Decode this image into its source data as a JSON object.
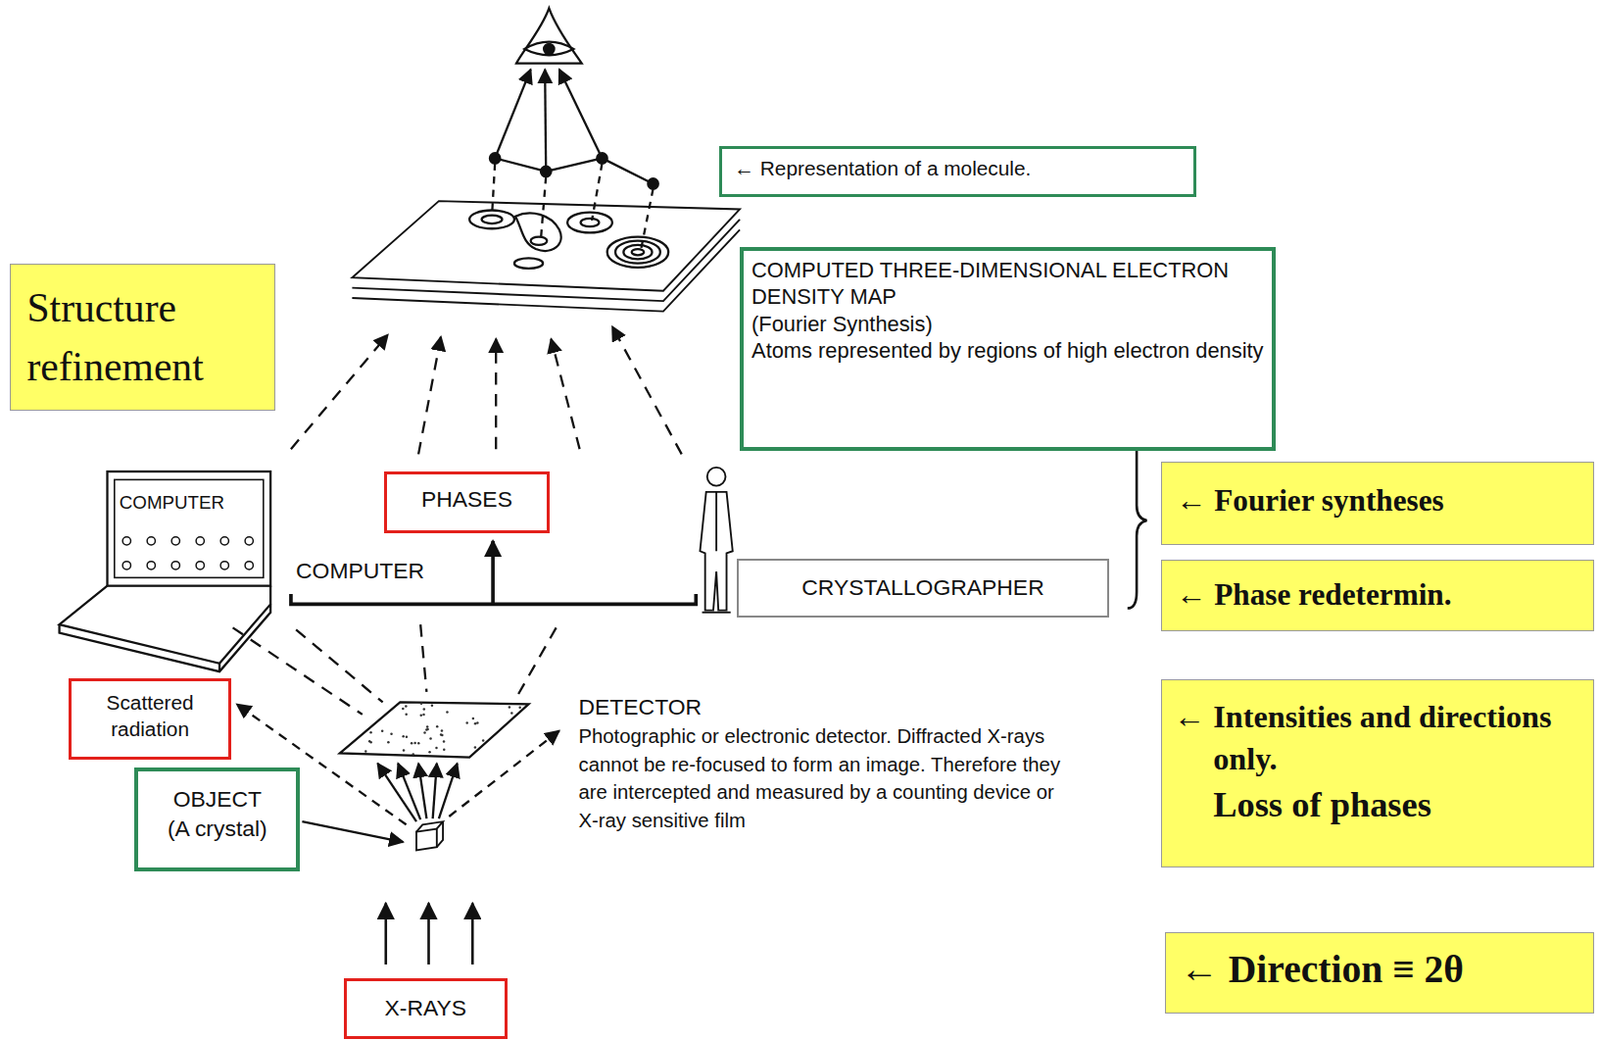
{
  "diagram": {
    "nodes": [
      {
        "text": [
          "← Representation of a molecule."
        ]
      },
      {
        "text": [
          "COMPUTED THREE-DIMENSIONAL ELECTRON DENSITY MAP",
          "(Fourier Synthesis)",
          "Atoms represented by regions of high electron density"
        ]
      },
      {
        "text": [
          "Structure refinement"
        ]
      },
      {
        "text": [
          "PHASES"
        ]
      },
      {
        "text": [
          "CRYSTALLOGRAPHER"
        ]
      },
      {
        "text": [
          "← Fourier syntheses"
        ]
      },
      {
        "text": [
          "← Phase redetermin."
        ]
      },
      {
        "text": [
          "Scattered radiation"
        ]
      },
      {
        "text": [
          "OBJECT",
          "(A crystal)"
        ]
      },
      {
        "text": [
          "← Intensities and directions only.",
          "Loss of phases"
        ]
      },
      {
        "text": [
          "X-RAYS"
        ]
      },
      {
        "text": [
          "← Direction ≡ 2θ"
        ]
      }
    ],
    "labels": [
      "COMPUTER",
      "COMPUTER",
      "DETECTOR",
      "Photographic or electronic detector. Diffracted X-rays cannot be re-focused to form an image. Therefore they are intercepted and measured by a counting device or X-ray sensitive film"
    ]
  }
}
